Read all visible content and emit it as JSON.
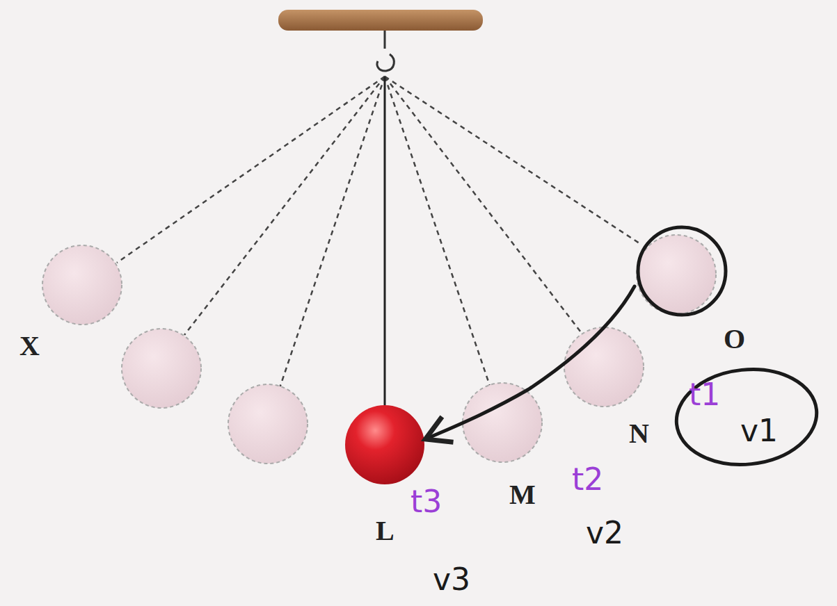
{
  "diagram": {
    "nodes": [
      {
        "text": [
          "t1",
          "v1"
        ]
      }
    ],
    "labels": [
      "X",
      "O",
      "N",
      "M",
      "L",
      "t2",
      "v2",
      "t3",
      "v3"
    ]
  }
}
